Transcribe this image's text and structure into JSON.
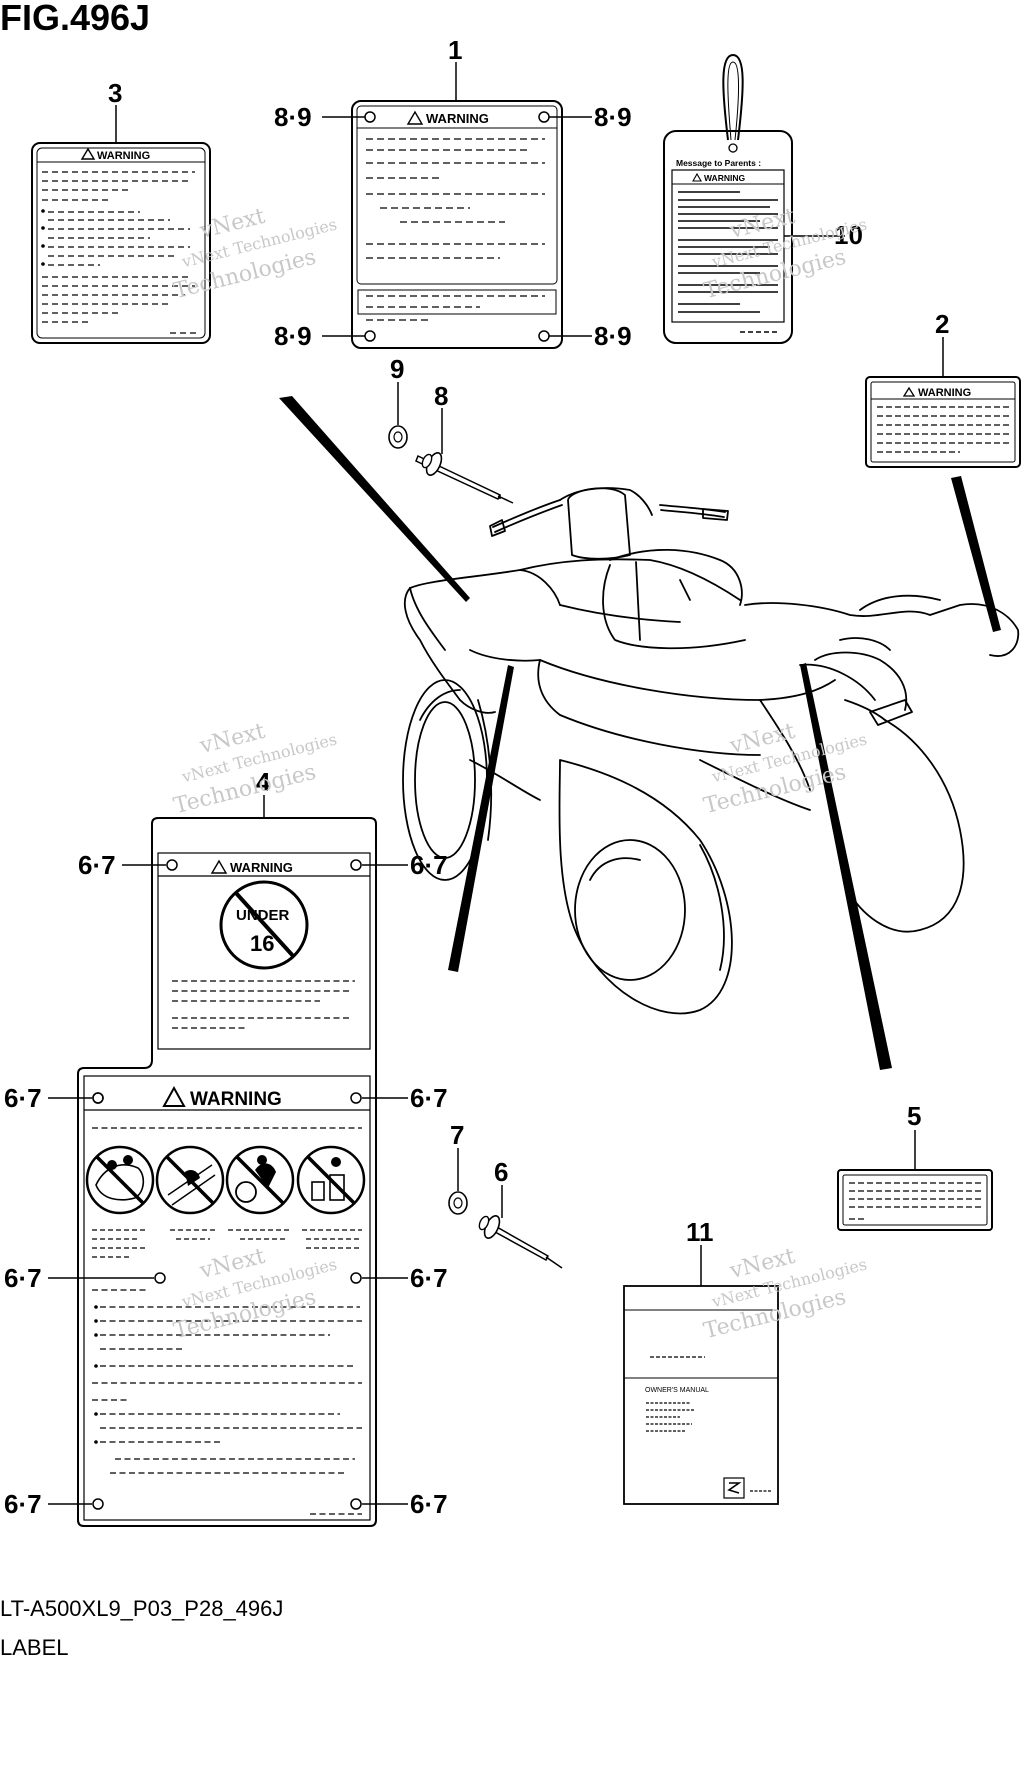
{
  "figure": {
    "title": "FIG.496J",
    "model_code": "LT-A500XL9_P03_P28_496J",
    "section": "LABEL"
  },
  "callouts": {
    "c1": "1",
    "c2": "2",
    "c3": "3",
    "c4": "4",
    "c5": "5",
    "c6": "6",
    "c7": "7",
    "c8": "8",
    "c9": "9",
    "c10": "10",
    "c11": "11",
    "c89": "8·9",
    "c67": "6·7"
  },
  "labels": {
    "warning": "WARNING",
    "message_to_parents": "Message to Parents :",
    "under": "UNDER",
    "age": "16",
    "owners_manual": "OWNER'S MANUAL"
  },
  "watermark": {
    "line1": "vNext",
    "line2": "vNext Technologies",
    "line3": "Technologies"
  },
  "icons": [
    "warning-triangle-icon",
    "no-passenger-icon",
    "no-drink-drive-icon",
    "no-underage-icon",
    "no-paved-road-icon",
    "brand-emblem-icon"
  ]
}
